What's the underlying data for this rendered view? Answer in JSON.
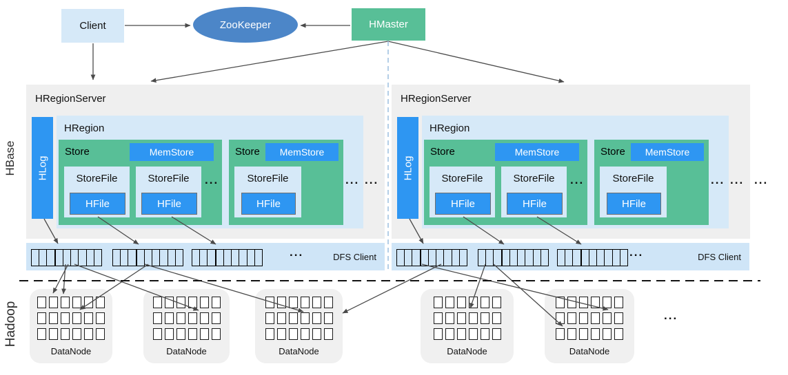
{
  "top": {
    "client_label": "Client",
    "zookeeper_label": "ZooKeeper",
    "hmaster_label": "HMaster"
  },
  "section_labels": {
    "hbase": "HBase",
    "hadoop": "Hadoop"
  },
  "servers": [
    {
      "title": "HRegionServer",
      "hlog_label": "HLog",
      "hregion_label": "HRegion",
      "store1": {
        "label": "Store",
        "memstore_label": "MemStore",
        "storefile1": "StoreFile",
        "hfile1": "HFile",
        "storefile2": "StoreFile",
        "hfile2": "HFile",
        "dots": "..."
      },
      "store2": {
        "label": "Store",
        "memstore_label": "MemStore",
        "storefile1": "StoreFile",
        "hfile1": "HFile"
      },
      "hregion_dots": "...",
      "server_dots": "...",
      "dfs_client": {
        "dots": "...",
        "label": "DFS Client"
      }
    },
    {
      "title": "HRegionServer",
      "hlog_label": "HLog",
      "hregion_label": "HRegion",
      "store1": {
        "label": "Store",
        "memstore_label": "MemStore",
        "storefile1": "StoreFile",
        "hfile1": "HFile",
        "storefile2": "StoreFile",
        "hfile2": "HFile",
        "dots": "..."
      },
      "store2": {
        "label": "Store",
        "memstore_label": "MemStore",
        "storefile1": "StoreFile",
        "hfile1": "HFile"
      },
      "hregion_dots": "...",
      "server_dots": "...",
      "outer_dots": "...",
      "dfs_client": {
        "dots": "...",
        "label": "DFS Client"
      }
    }
  ],
  "hadoop": {
    "datanodes": [
      "DataNode",
      "DataNode",
      "DataNode",
      "DataNode",
      "DataNode"
    ],
    "dots": "..."
  },
  "colors": {
    "primary_blue": "#2E96F2",
    "green": "#58BF97",
    "light_blue": "#D6E9F8",
    "dfs_band_blue": "#CFE5F7",
    "panel_gray": "#EFEFEF",
    "zookeeper_blue": "#4C86C8"
  }
}
